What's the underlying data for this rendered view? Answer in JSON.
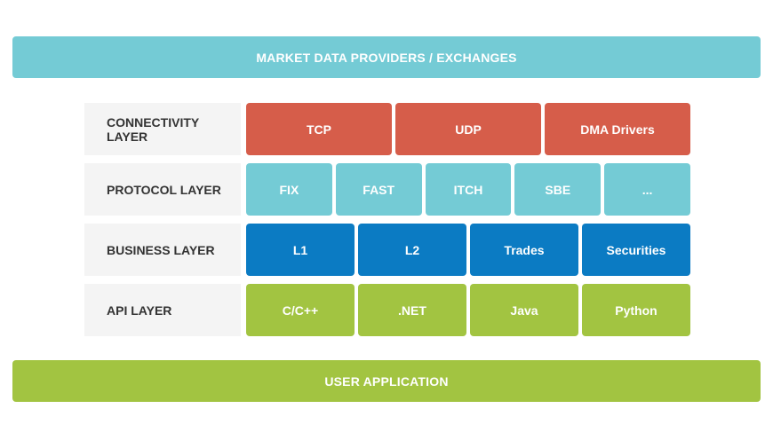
{
  "top_bar": {
    "label": "MARKET DATA PROVIDERS / EXCHANGES"
  },
  "layers": [
    {
      "label": "CONNECTIVITY LAYER",
      "items": [
        "TCP",
        "UDP",
        "DMA Drivers"
      ]
    },
    {
      "label": "PROTOCOL LAYER",
      "items": [
        "FIX",
        "FAST",
        "ITCH",
        "SBE",
        "..."
      ]
    },
    {
      "label": "BUSINESS LAYER",
      "items": [
        "L1",
        "L2",
        "Trades",
        "Securities"
      ]
    },
    {
      "label": "API LAYER",
      "items": [
        "C/C++",
        ".NET",
        "Java",
        "Python"
      ]
    }
  ],
  "bottom_bar": {
    "label": "USER APPLICATION"
  },
  "colors": {
    "connectivity": "#d65d4a",
    "protocol": "#74cbd5",
    "business": "#0b7bc3",
    "api": "#a2c441",
    "label_bg": "#f4f4f4"
  }
}
